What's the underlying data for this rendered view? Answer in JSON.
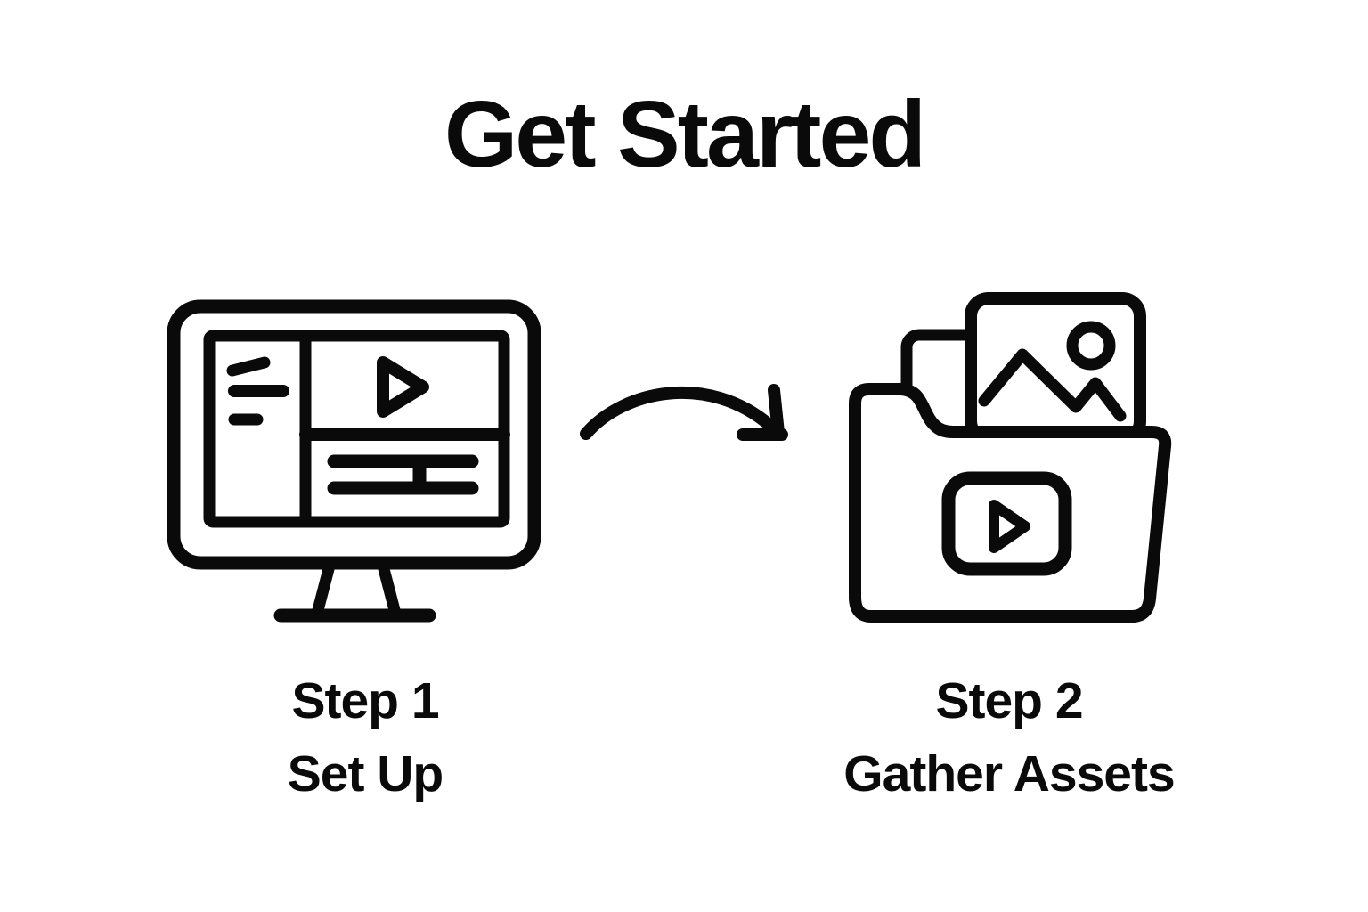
{
  "colors": {
    "background": "#ffffff",
    "ink": "#0a0a0a"
  },
  "title": {
    "text": "Get Started"
  },
  "steps": [
    {
      "label": "Step 1",
      "caption": "Set Up",
      "icon": "monitor-video-setup-icon"
    },
    {
      "label": "Step 2",
      "caption": "Gather Assets",
      "icon": "folder-media-assets-icon"
    }
  ],
  "connector": {
    "icon": "curved-arrow-icon",
    "direction": "left-to-right"
  }
}
